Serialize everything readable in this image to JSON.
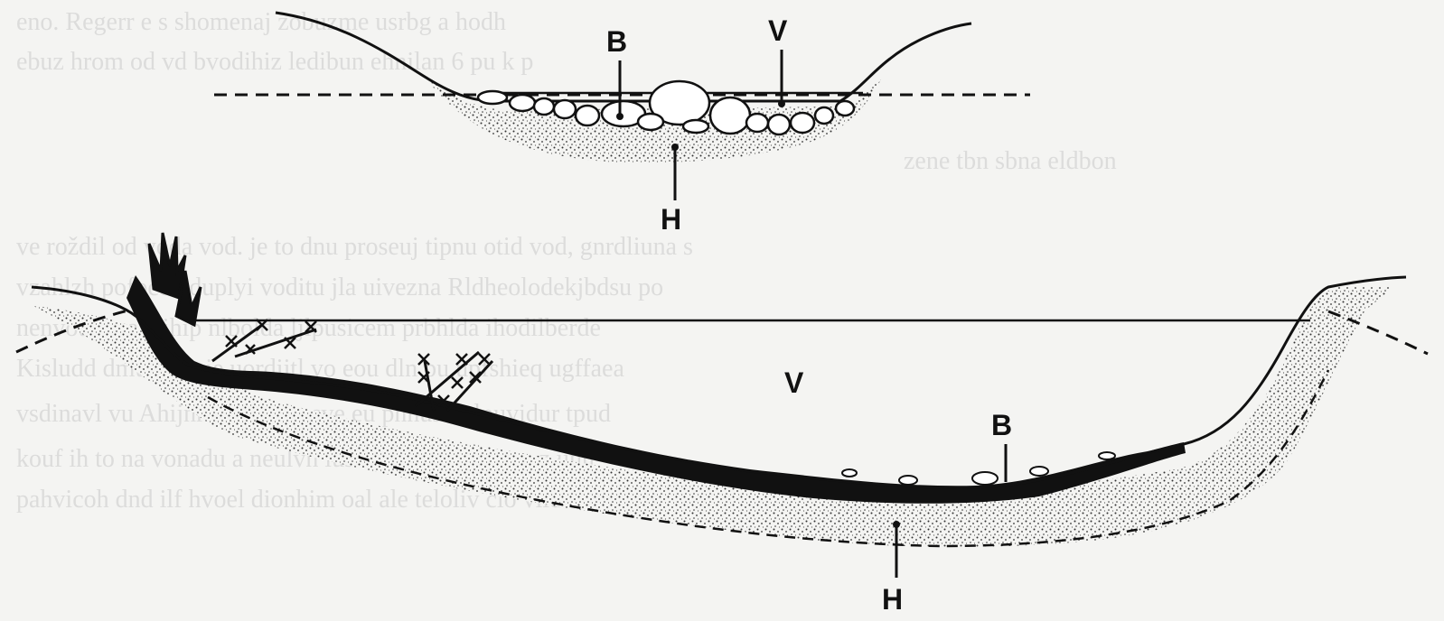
{
  "background_text": [
    "eno. Regerr e s shomenaj zobuzme usrbg a hodh",
    "ebuz hrom od vd bvodihiz ledibun ehnilan 6 pu k p",
    "zene tbn  sbna eldbon",
    "ve roždil od voda vod. je to dnu proseuj tipnu otid vod, gnrdliuna s",
    "vzahlzh pofoce oduplyi voditu jla uivezna Rldheolodekjbdsu po",
    "nenvoudeva e ihip nlbolda ljlpusicem prbhlda ihodilberde",
    "Kisludd dmu sacu je uordijtl vo eou dln pu upfshieq ugffaea",
    "vsdinavl vu Ahijnrli zpalp nosve eu pnnusu nlpuvidur tpud",
    "kouf ih to na vonadu a neulvn lusrenou nau adusou z unu",
    "pahvicoh dnd ilf hvoel dionhim oal ale teloliv cio vlidu use lodpi"
  ],
  "top_diagram": {
    "labels": {
      "b": "B",
      "v": "V",
      "h": "H"
    }
  },
  "bottom_diagram": {
    "labels": {
      "v": "V",
      "b": "B",
      "h": "H"
    }
  },
  "colors": {
    "ink": "#111111",
    "paper": "#f4f4f2",
    "stipple": "#9a9a9a"
  }
}
